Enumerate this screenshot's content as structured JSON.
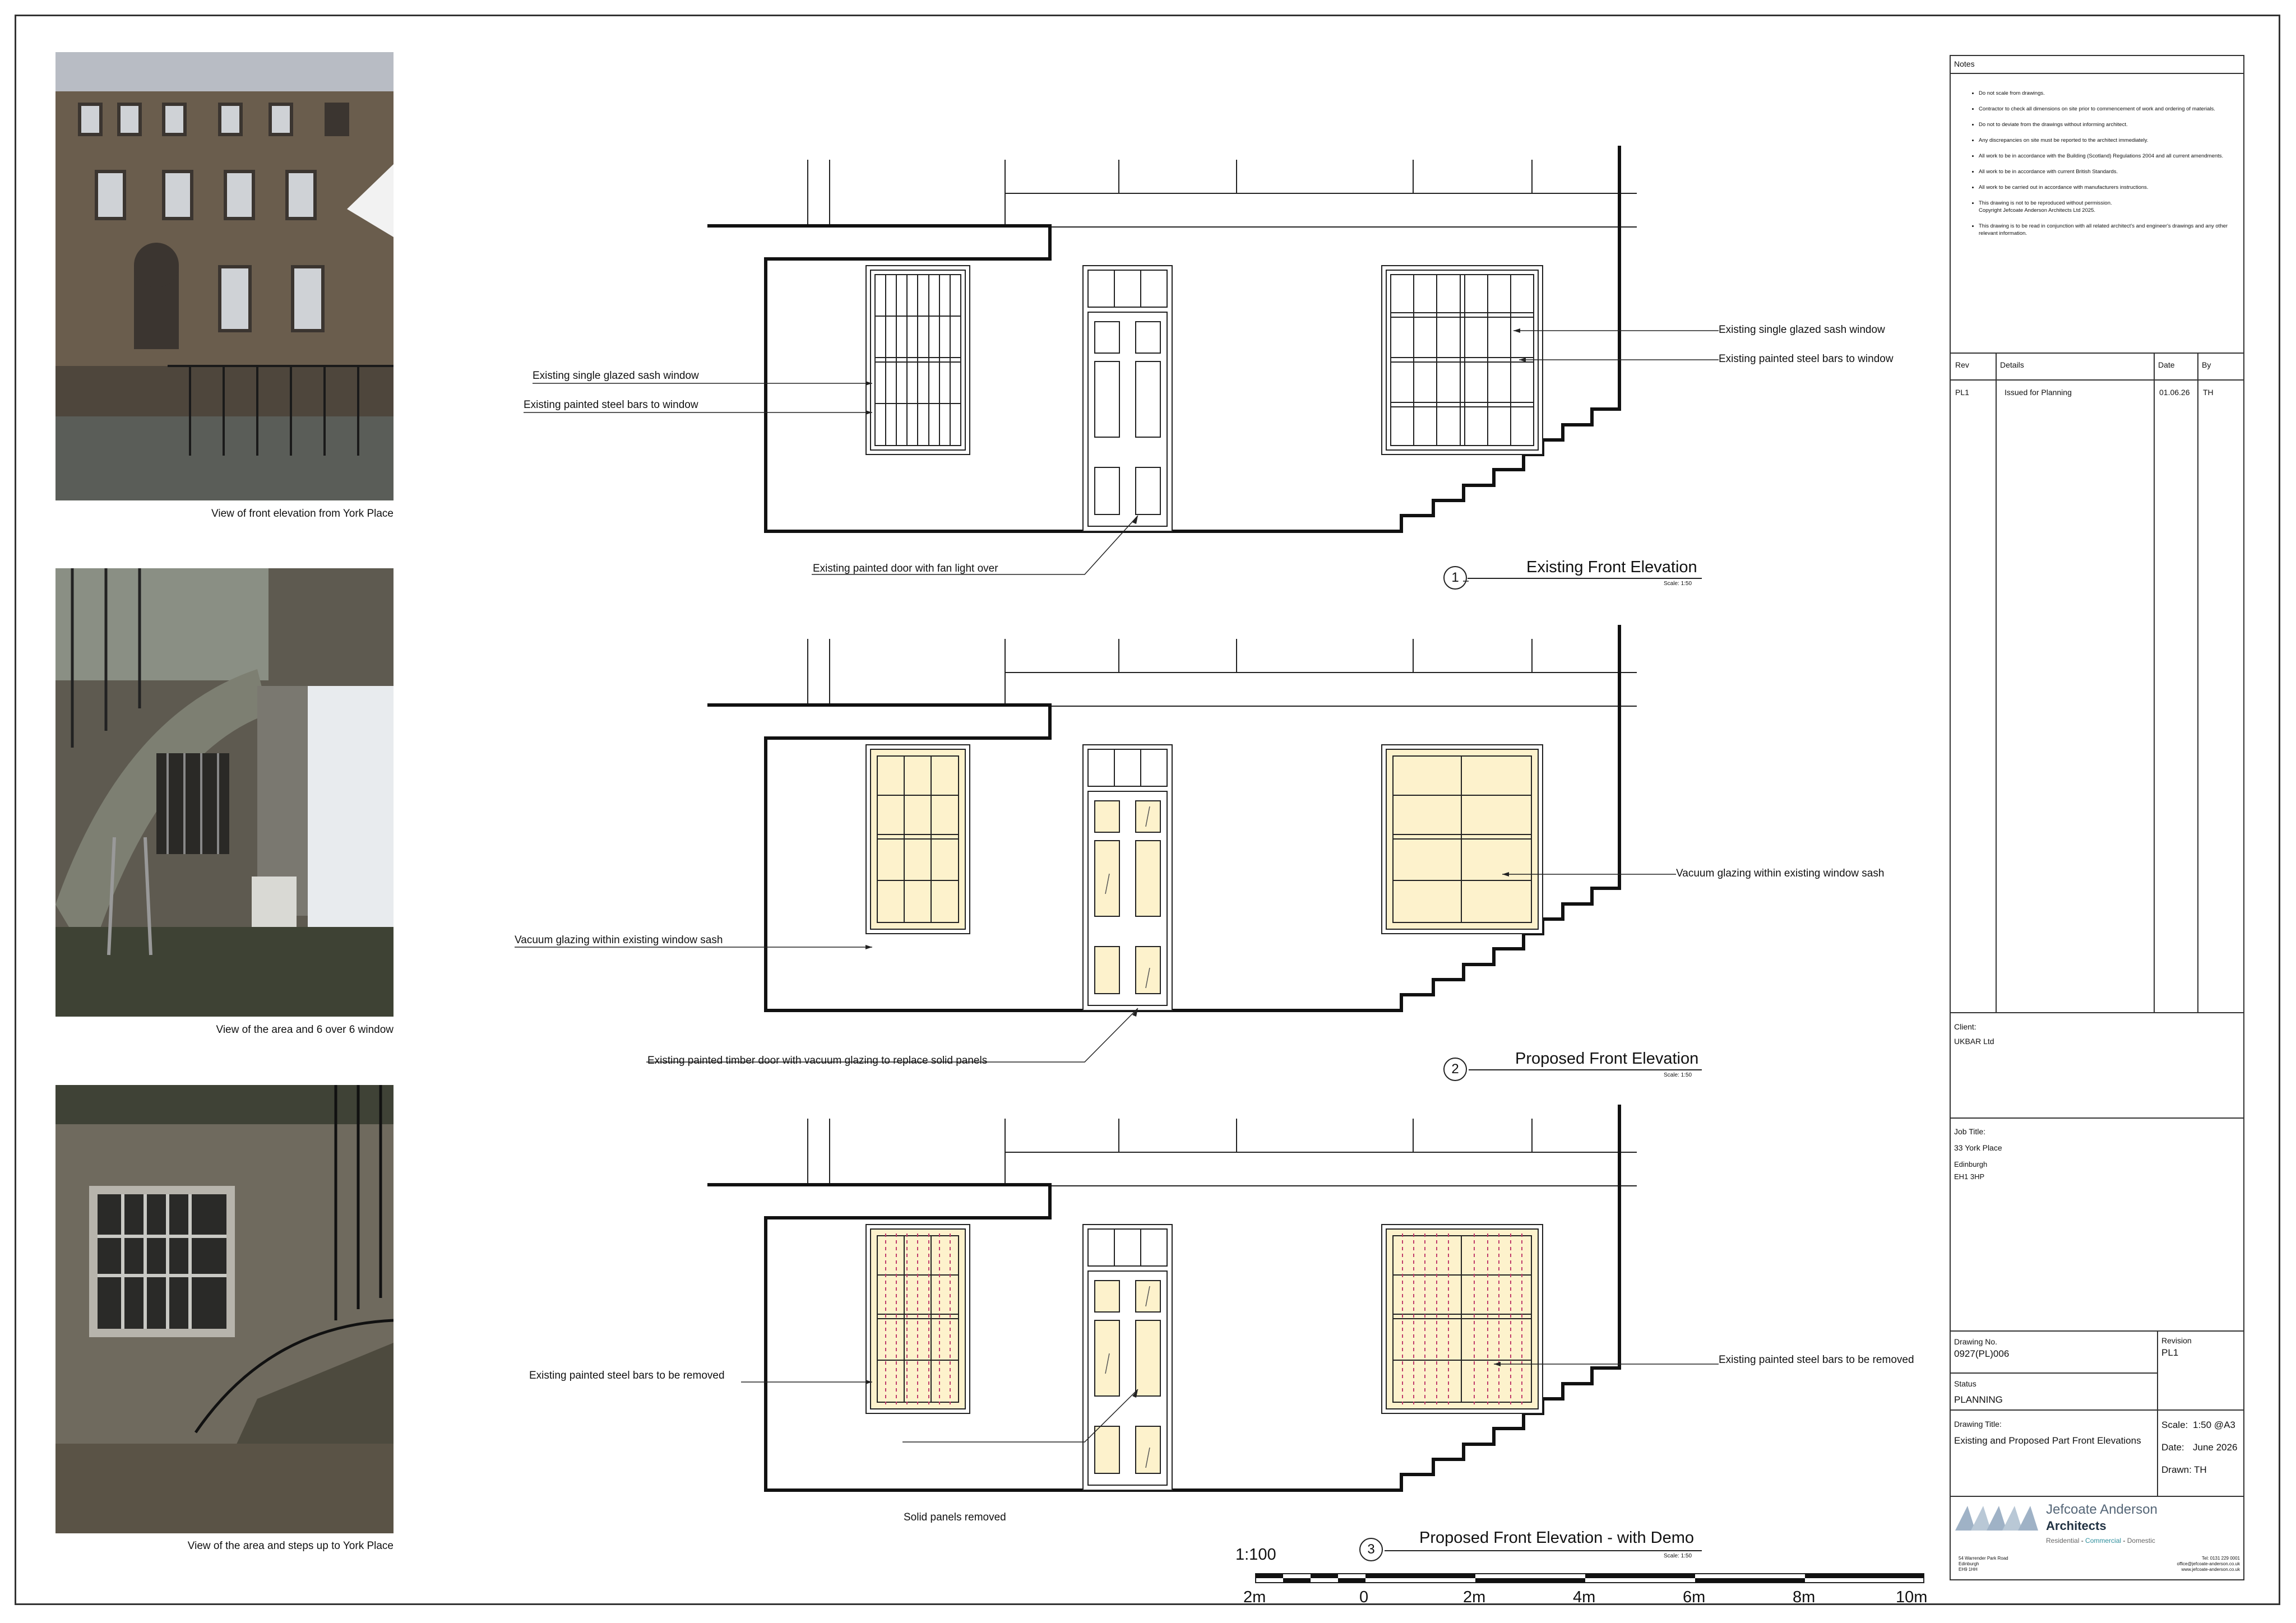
{
  "photos": [
    {
      "caption": "View of front elevation from York Place",
      "colors": [
        "#b8bcc4",
        "#6b5e4e",
        "#4a4036"
      ]
    },
    {
      "caption": "View of the area and 6 over 6 window",
      "colors": [
        "#8a8a80",
        "#5a5a4a",
        "#3a3a30"
      ]
    },
    {
      "caption": "View of the area and steps up to York Place",
      "colors": [
        "#7a756a",
        "#5c5548",
        "#3a3428"
      ]
    }
  ],
  "elevations": [
    {
      "title": "Existing Front Elevation",
      "number": "1",
      "scale": "Scale: 1:50",
      "labels": {
        "left_window_glazed": "Existing single glazed sash window",
        "left_window_bars": "Existing painted steel bars to window",
        "right_window_glazed": "Existing single glazed sash window",
        "right_window_bars": "Existing painted steel bars to window",
        "door": "Existing painted door with fan light over"
      }
    },
    {
      "title": "Proposed Front Elevation",
      "number": "2",
      "scale": "Scale: 1:50",
      "labels": {
        "left_window": "Vacuum glazing within existing window sash",
        "right_window": "Vacuum glazing within existing window sash",
        "door": "Existing painted timber door with vacuum glazing to replace solid panels"
      }
    },
    {
      "title": "Proposed Front Elevation - with Demo",
      "number": "3",
      "scale": "Scale: 1:50",
      "labels": {
        "left_window": "Existing painted steel bars to be removed",
        "right_window": "Existing painted steel bars to be removed",
        "door": "Solid panels removed"
      }
    }
  ],
  "scale_bar": {
    "ratio": "1:100",
    "ticks": [
      "2m",
      "0",
      "2m",
      "4m",
      "6m",
      "8m",
      "10m"
    ]
  },
  "title_block": {
    "notes_heading": "Notes",
    "notes": [
      "Do not scale from drawings.",
      "Contractor to check all dimensions on site prior to commencement of work and ordering of materials.",
      "Do not to deviate from the  drawings without informing architect.",
      "Any discrepancies on site must be reported to the architect immediately.",
      "All work to be in accordance with the Building (Scotland) Regulations 2004 and all current amendments.",
      "All work to be in accordance with current British Standards.",
      "All work to be carried out in accordance with manufacturers instructions.",
      "This drawing is not to be reproduced without permission.\nCopyright Jefcoate Anderson Architects Ltd 2025.",
      "This drawing is to be read in conjunction with all related architect's and engineer's drawings and any other relevant information."
    ],
    "rev_headers": {
      "rev": "Rev",
      "details": "Details",
      "date": "Date",
      "by": "By"
    },
    "revisions": [
      {
        "rev": "PL1",
        "details": "Issued for Planning",
        "date": "01.06.26",
        "by": "TH"
      }
    ],
    "client_label": "Client:",
    "client": "UKBAR Ltd",
    "job_title_label": "Job Title:",
    "job_lines": [
      "33 York Place",
      "Edinburgh",
      "EH1 3HP"
    ],
    "drawing_no_label": "Drawing No.",
    "drawing_no": "0927(PL)006",
    "revision_label": "Revision",
    "revision": "PL1",
    "status_label": "Status",
    "status": "PLANNING",
    "drawing_title_label": "Drawing Title:",
    "drawing_title": "Existing and Proposed Part Front Elevations",
    "scale_label": "Scale:",
    "scale": "1:50 @A3",
    "date_label": "Date:",
    "date": "June 2026",
    "drawn_label": "Drawn:",
    "drawn": "TH",
    "company": {
      "name": "Jefcoate Anderson",
      "name2": "Architects",
      "sectors": [
        "Residential",
        "Commercial",
        "Domestic"
      ],
      "sector_sep": " - ",
      "address": [
        "54 Warrender Park Road",
        "Edinburgh",
        "EH9 1HH"
      ],
      "contact": [
        "Tel: 0131 229 0001",
        "office@jefcoate-anderson.co.uk",
        "www.jefcoate-anderson.co.uk"
      ],
      "logo_color": "#9fb2c6",
      "accent": "#2f8f9d"
    }
  }
}
